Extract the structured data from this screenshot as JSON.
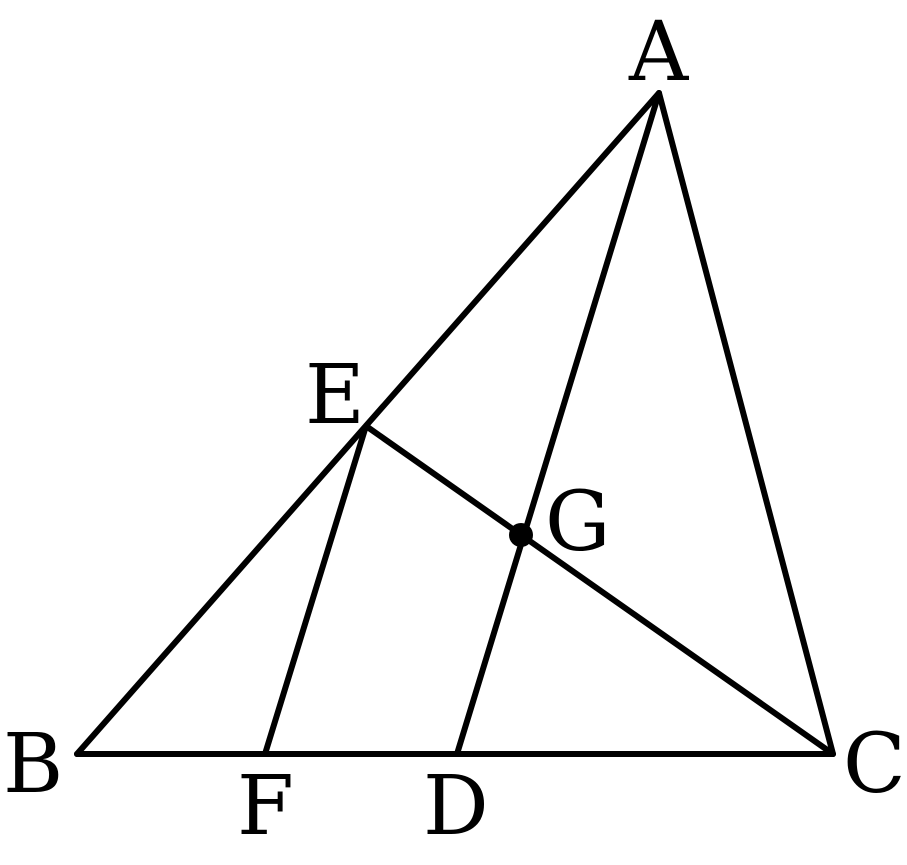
{
  "points": {
    "A": {
      "label": "A"
    },
    "B": {
      "label": "B"
    },
    "C": {
      "label": "C"
    },
    "D": {
      "label": "D"
    },
    "E": {
      "label": "E"
    },
    "F": {
      "label": "F"
    },
    "G": {
      "label": "G"
    }
  },
  "segments": [
    [
      "A",
      "B"
    ],
    [
      "A",
      "C"
    ],
    [
      "B",
      "C"
    ],
    [
      "A",
      "D"
    ],
    [
      "E",
      "C"
    ],
    [
      "E",
      "F"
    ]
  ],
  "marked_points": [
    "G"
  ],
  "colors": {
    "stroke": "#000000",
    "background": "#ffffff"
  }
}
